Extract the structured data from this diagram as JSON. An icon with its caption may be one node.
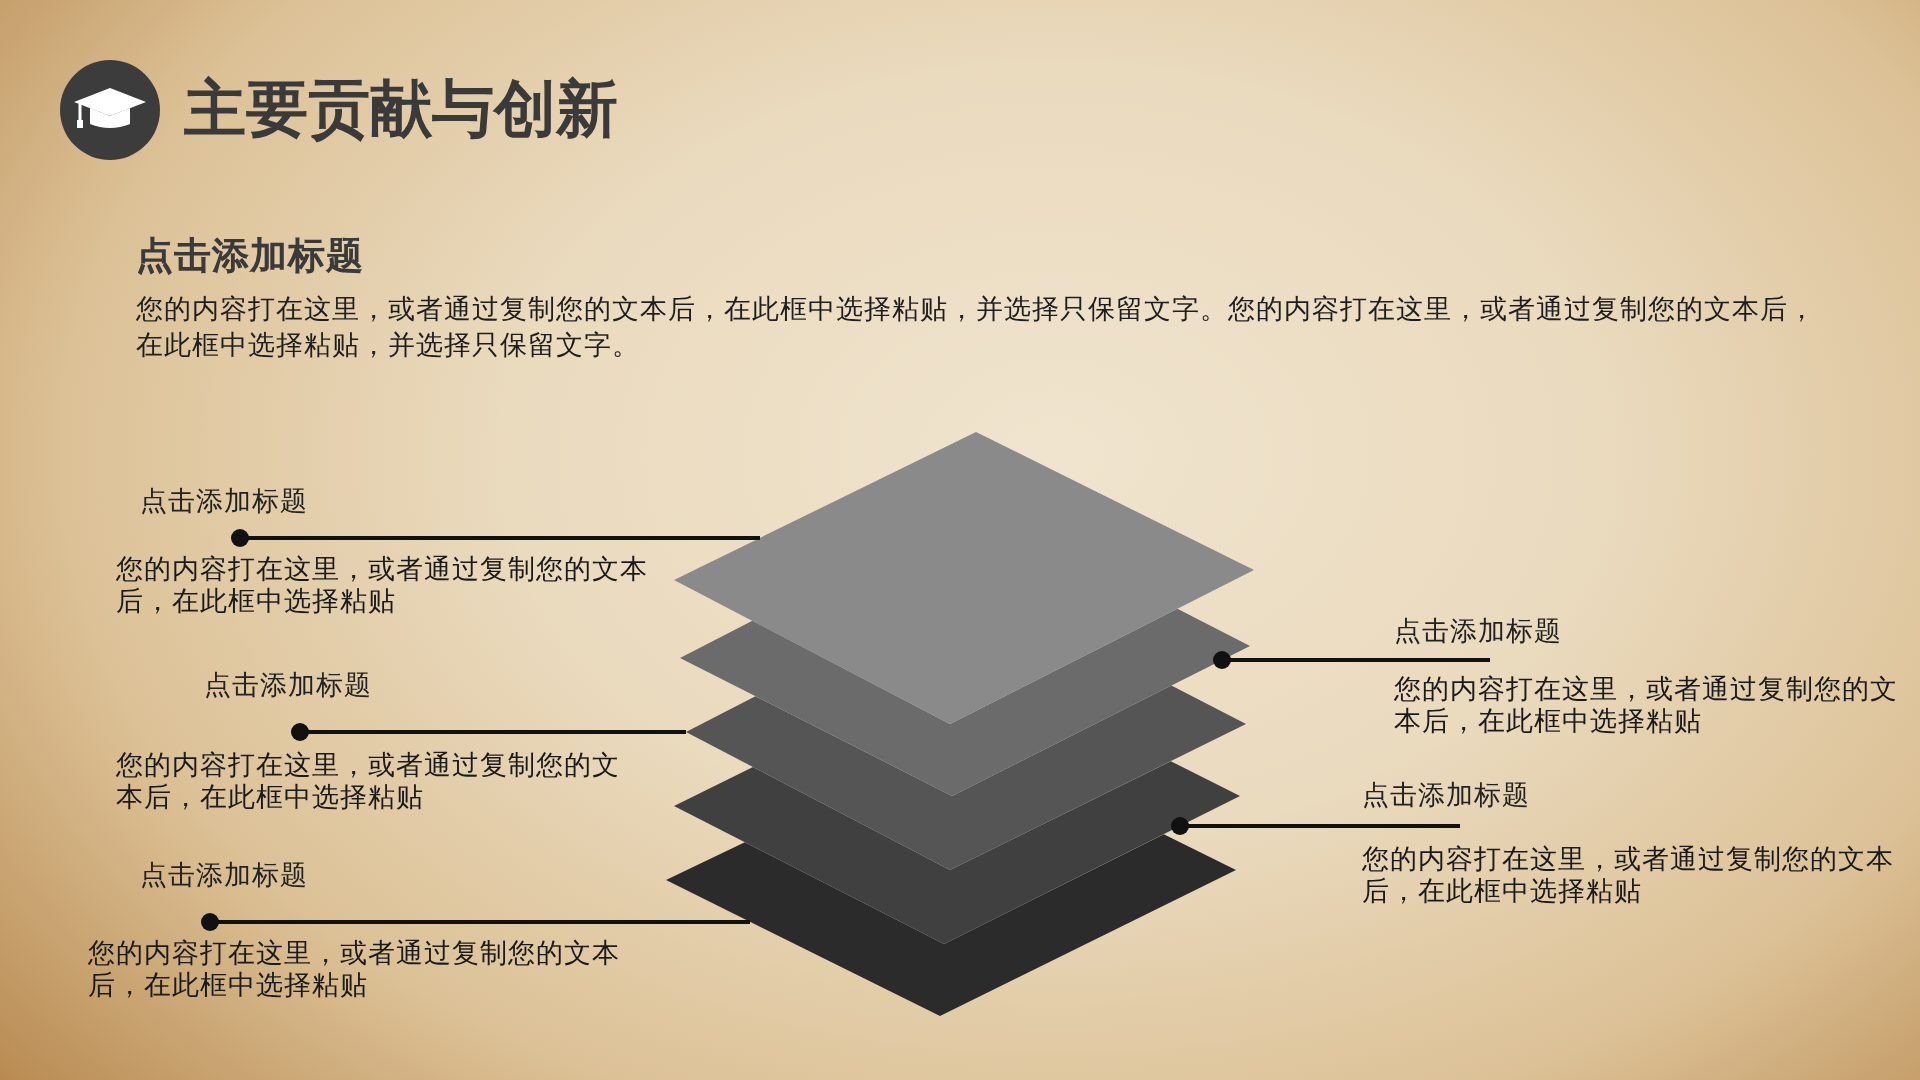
{
  "diagram": {
    "title": "主要贡献与创新",
    "nodes": [
      {
        "text": [],
        "shape": "diamond"
      },
      {
        "text": [],
        "shape": "diamond"
      },
      {
        "text": [],
        "shape": "diamond"
      },
      {
        "text": [],
        "shape": "diamond"
      },
      {
        "text": [],
        "shape": "diamond"
      },
      {
        "text": [
          "点击添加标题",
          "您的内容打在这里，或者通过复制您的文本后，在此框中选择粘贴"
        ]
      },
      {
        "text": [
          "点击添加标题",
          "您的内容打在这里，或者通过复制您的文本后，在此框中选择粘贴"
        ]
      },
      {
        "text": [
          "点击添加标题",
          "您的内容打在这里，或者通过复制您的文本后，在此框中选择粘贴"
        ]
      },
      {
        "text": [
          "点击添加标题",
          "您的内容打在这里，或者通过复制您的文本后，在此框中选择粘贴"
        ]
      },
      {
        "text": [
          "点击添加标题",
          "您的内容打在这里，或者通过复制您的文本后，在此框中选择粘贴"
        ]
      }
    ],
    "edges": [
      {
        "from": 5,
        "to": 0,
        "arrow": "other"
      },
      {
        "from": 6,
        "to": 1,
        "arrow": "other"
      },
      {
        "from": 7,
        "to": 2,
        "arrow": "other"
      },
      {
        "from": 8,
        "to": 3,
        "arrow": "other"
      },
      {
        "from": 9,
        "to": 4,
        "arrow": "other"
      }
    ],
    "labels": [
      "点击添加标题",
      "您的内容打在这里，或者通过复制您的文本后，在此框中选择粘贴，并选择只保留文字。您的内容打在这里，或者通过复制您的文本后，在此框中选择粘贴，并选择只保留文字。"
    ]
  }
}
